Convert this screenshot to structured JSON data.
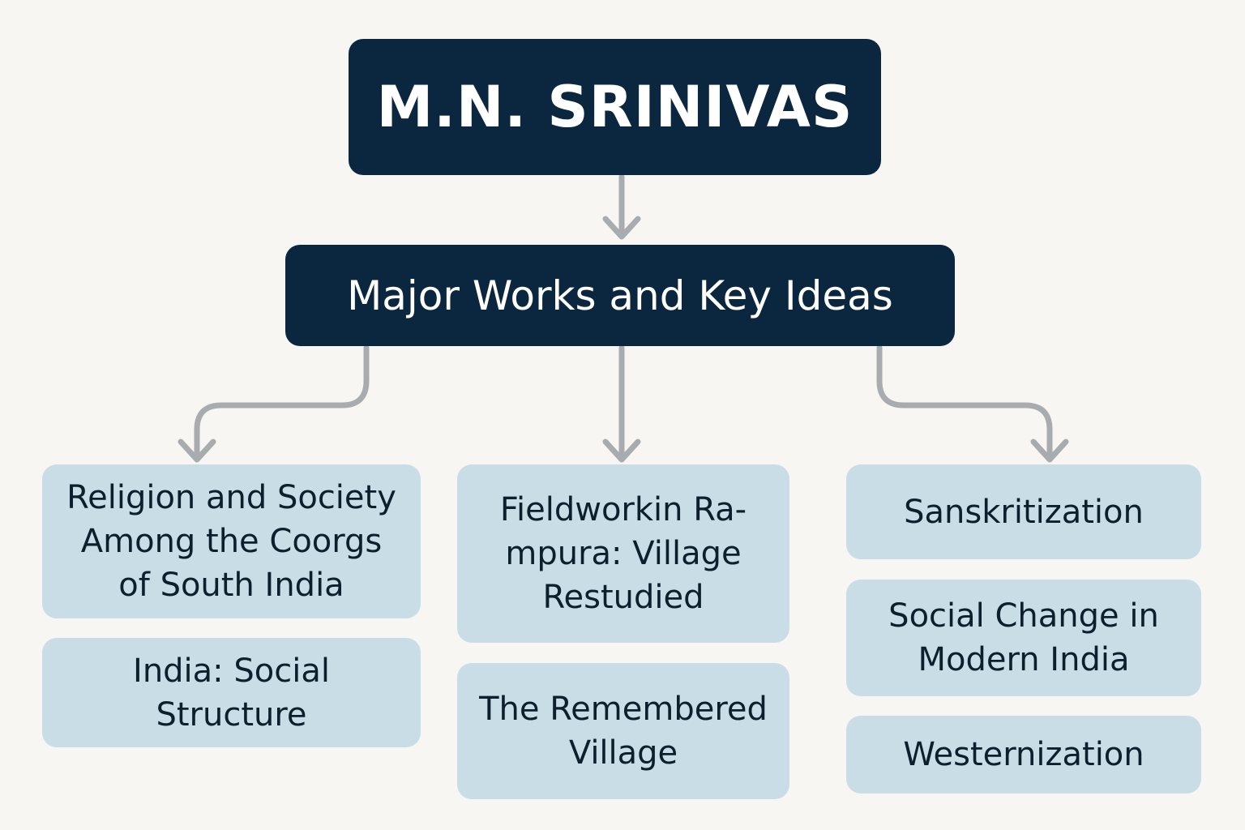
{
  "title": "M.N. SRINIVAS",
  "subtitle": "Major Works and Key Ideas",
  "columns": [
    {
      "items": [
        {
          "lines": [
            "Religion and Society",
            "Among the Coorgs",
            "of South India"
          ]
        },
        {
          "lines": [
            "India: Social",
            "Structure"
          ]
        }
      ]
    },
    {
      "items": [
        {
          "lines": [
            "Fieldworkin Ra-",
            "mpura: Village",
            "Restudied"
          ]
        },
        {
          "lines": [
            "The Remembered",
            "Village"
          ]
        }
      ]
    },
    {
      "items": [
        {
          "lines": [
            "Sanskritization"
          ]
        },
        {
          "lines": [
            "Social Change in",
            "Modern India"
          ]
        },
        {
          "lines": [
            "Westernization"
          ]
        }
      ]
    }
  ],
  "colors": {
    "dark": "#0b2740",
    "light": "#c9dde7",
    "arrow": "#a9acae",
    "background": "#f7f6f3"
  }
}
